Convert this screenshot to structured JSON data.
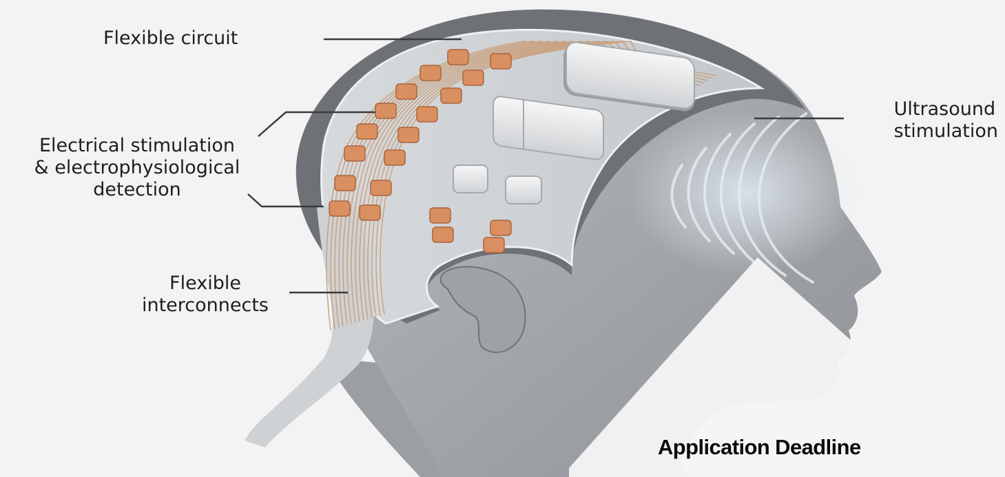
{
  "labels": {
    "flexible_circuit": "Flexible circuit",
    "electrical": [
      "Electrical stimulation",
      "& electrophysiological",
      "detection"
    ],
    "ultrasound": [
      "Ultrasound",
      "stimulation"
    ],
    "interconnects": [
      "Flexible",
      "interconnects"
    ]
  },
  "banner": {
    "title": "Application Deadline"
  },
  "colors": {
    "background": "#f3f3f3",
    "head_skin": "#a7abaf",
    "hair_cap": "#6e7176",
    "patch": "#cfd3d6",
    "electrode": "#d98f5f",
    "trace": "#c9a07c",
    "banner": "#f5f5f5"
  }
}
